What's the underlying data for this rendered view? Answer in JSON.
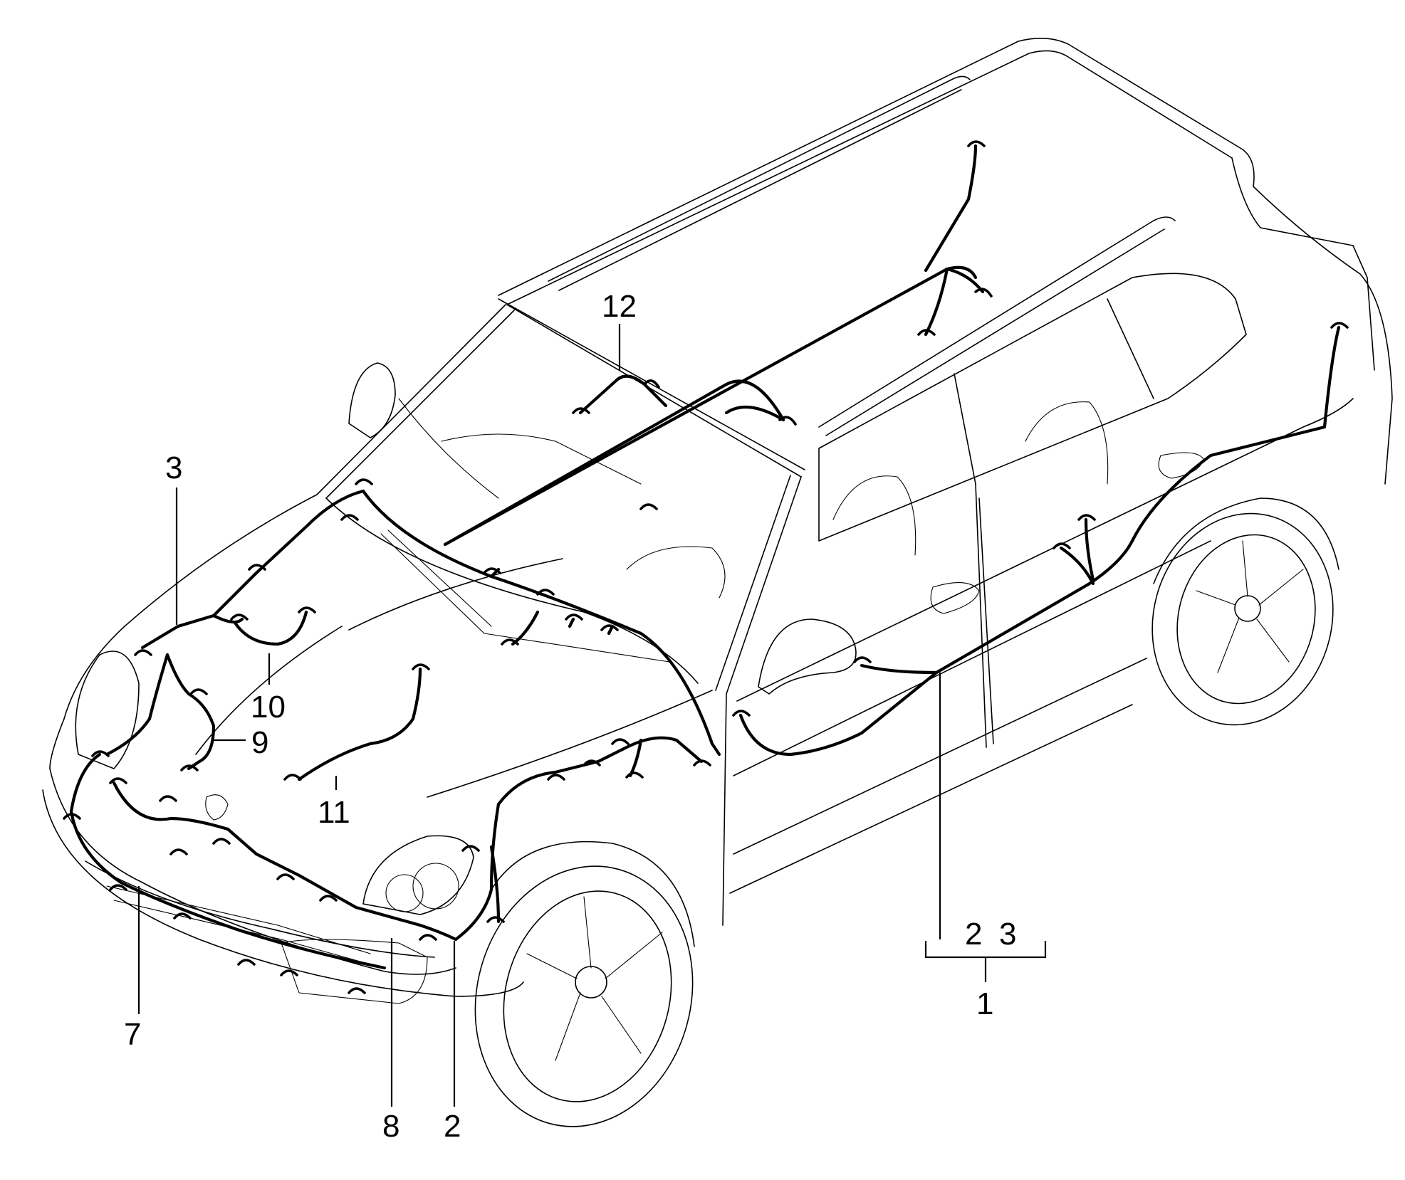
{
  "callouts": {
    "c1": "1",
    "c2": "2",
    "c3": "3",
    "c7": "7",
    "c8": "8",
    "c9": "9",
    "c10": "10",
    "c11": "11",
    "c12": "12",
    "group_a": "2",
    "group_b": "3"
  }
}
